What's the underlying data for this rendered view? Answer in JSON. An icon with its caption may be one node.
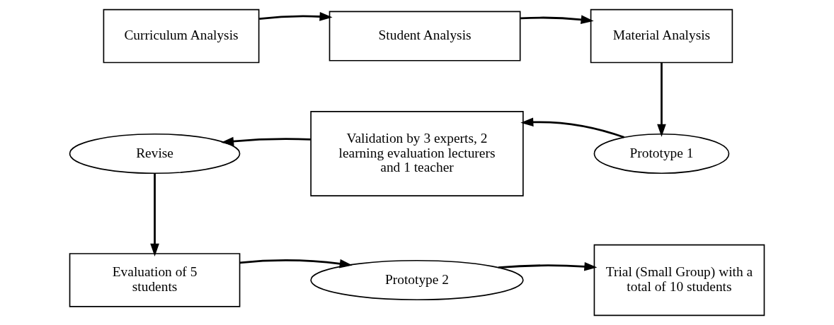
{
  "diagram": {
    "nodes": [
      {
        "text": [
          "Curriculum Analysis"
        ]
      },
      {
        "text": [
          "Student Analysis"
        ]
      },
      {
        "text": [
          "Material Analysis"
        ]
      },
      {
        "text": [
          "Revise"
        ]
      },
      {
        "text": [
          "Validation by 3 experts, 2 learning evaluation lecturers and 1 teacher"
        ]
      },
      {
        "text": [
          "Prototype 1"
        ]
      },
      {
        "text": [
          "Evaluation of 5 students"
        ]
      },
      {
        "text": [
          "Prototype 2"
        ]
      },
      {
        "text": [
          "Trial (Small Group) with a total of 10 students"
        ]
      }
    ],
    "edges": [
      {
        "from": 0,
        "to": 1,
        "arrow": "to"
      },
      {
        "from": 1,
        "to": 2,
        "arrow": "to"
      },
      {
        "from": 2,
        "to": 5,
        "arrow": "to"
      },
      {
        "from": 5,
        "to": 4,
        "arrow": "to"
      },
      {
        "from": 4,
        "to": 3,
        "arrow": "to"
      },
      {
        "from": 3,
        "to": 6,
        "arrow": "to"
      },
      {
        "from": 6,
        "to": 7,
        "arrow": "to"
      },
      {
        "from": 7,
        "to": 8,
        "arrow": "to"
      }
    ]
  }
}
